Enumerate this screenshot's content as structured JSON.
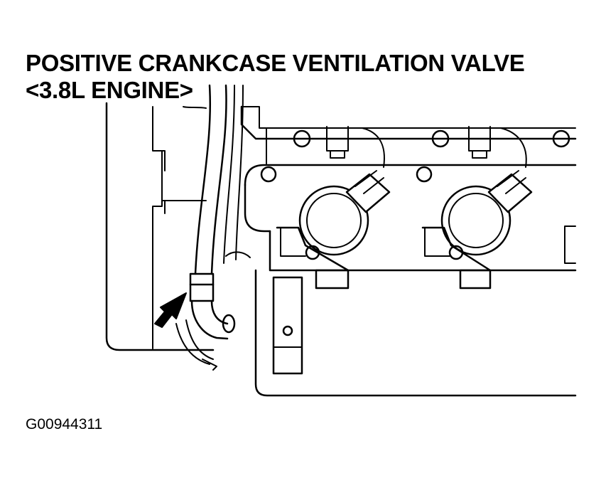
{
  "title": {
    "line1": "POSITIVE CRANKCASE VENTILATION VALVE",
    "line2": "<3.8L ENGINE>"
  },
  "figure_id": "G00944311",
  "colors": {
    "ink": "#000000",
    "paper": "#ffffff"
  },
  "callouts": [
    {
      "icon": "arrow-icon",
      "points_to": "pcv-valve"
    }
  ]
}
